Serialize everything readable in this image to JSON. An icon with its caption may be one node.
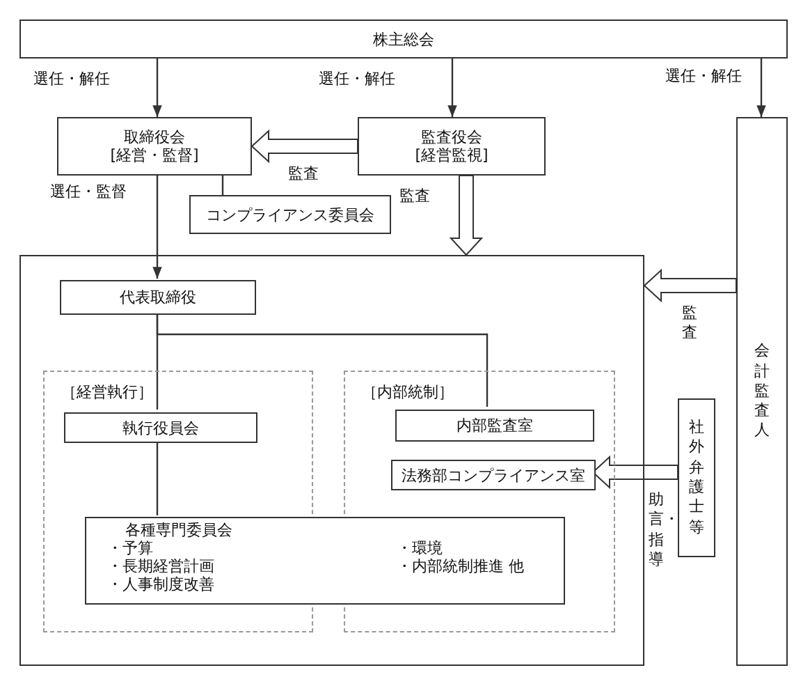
{
  "diagram": {
    "nodes": [
      {
        "text": [
          "株主総会"
        ]
      },
      {
        "text": [
          "取締役会",
          "[経営・監督]"
        ]
      },
      {
        "text": [
          "監査役会",
          "[経営監視]"
        ]
      },
      {
        "text": [
          "コンプライアンス委員会"
        ]
      },
      {
        "text": [
          "会計監査人"
        ]
      },
      {
        "text": [],
        "shape": "box"
      },
      {
        "text": [
          "代表取締役"
        ],
        "in": 5
      },
      {
        "text": [
          "［経営執行］"
        ],
        "in": 5
      },
      {
        "text": [
          "執行役員会"
        ],
        "in": 7
      },
      {
        "text": [
          "［内部統制］"
        ],
        "in": 5
      },
      {
        "text": [
          "内部監査室"
        ],
        "in": 9
      },
      {
        "text": [
          "法務部コンプライアンス室"
        ],
        "in": 9
      },
      {
        "text": [
          "各種専門委員会",
          "・予算",
          "・長期経営計画",
          "・人事制度改善",
          "・環境",
          "・内部統制推進 他"
        ],
        "in": 5
      },
      {
        "text": [
          "社外弁護士等"
        ]
      }
    ],
    "edges": [
      {
        "from": 0,
        "to": 1,
        "arrow": "to",
        "label": "選任・解任"
      },
      {
        "from": 0,
        "to": 2,
        "arrow": "to",
        "label": "選任・解任"
      },
      {
        "from": 0,
        "to": 4,
        "arrow": "to",
        "label": "選任・解任"
      },
      {
        "from": 1,
        "to": 3,
        "arrow": "none"
      },
      {
        "from": 1,
        "to": 6,
        "arrow": "to",
        "label": "選任・監督"
      },
      {
        "from": 2,
        "to": 1,
        "arrow": "to",
        "label": "監査",
        "style": "thick"
      },
      {
        "from": 2,
        "to": 5,
        "arrow": "to",
        "label": "監査",
        "style": "thick"
      },
      {
        "from": 4,
        "to": 5,
        "arrow": "to",
        "label": "監査",
        "style": "thick"
      },
      {
        "from": 13,
        "to": 11,
        "arrow": "to",
        "label": "助言・指導",
        "style": "thick"
      },
      {
        "from": 6,
        "to": 8,
        "arrow": "none"
      },
      {
        "from": 6,
        "to": 10,
        "arrow": "none"
      },
      {
        "from": 8,
        "to": 12,
        "arrow": "none"
      }
    ]
  }
}
